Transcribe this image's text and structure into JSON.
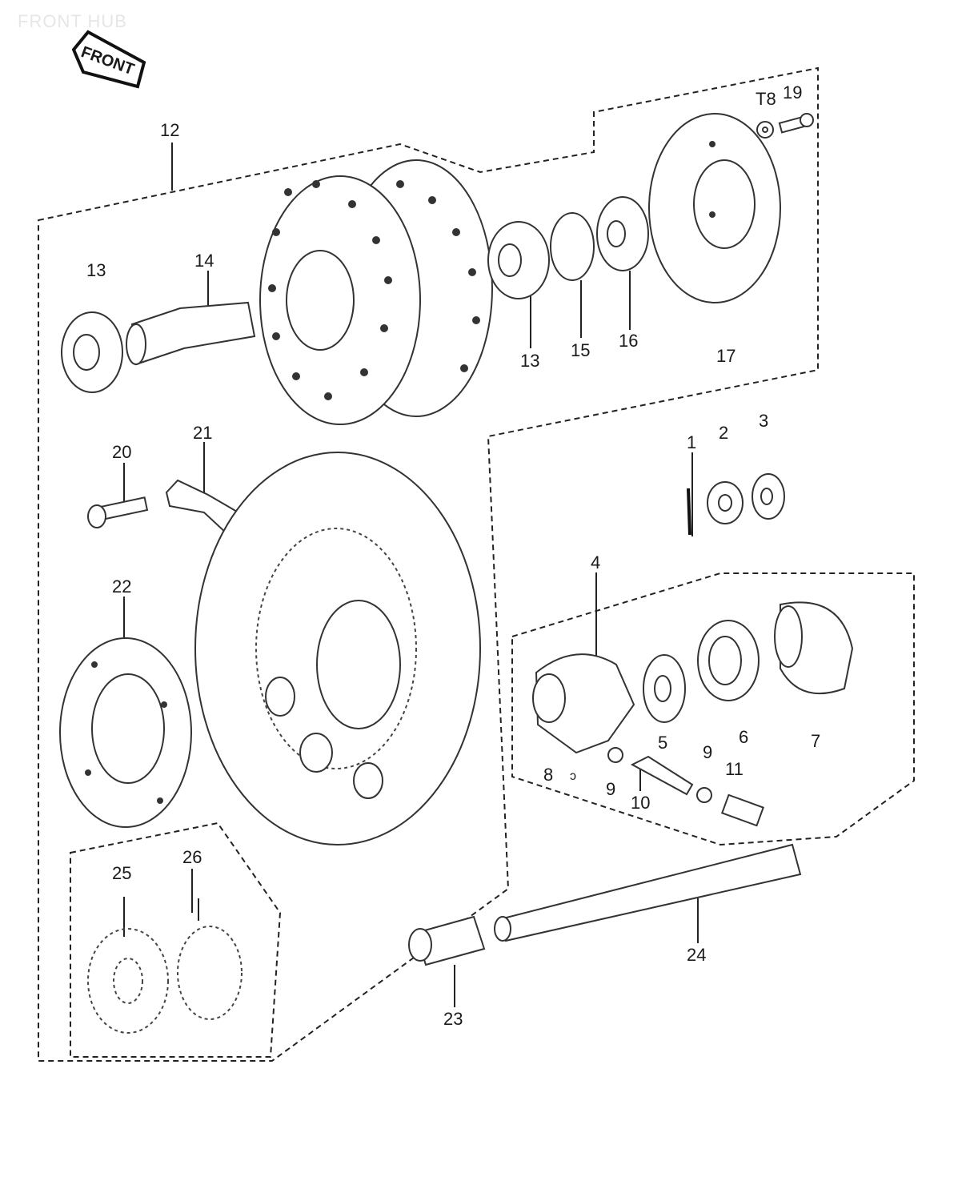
{
  "title": "FRONT HUB",
  "front_badge": "FRONT",
  "callouts": {
    "c1": "1",
    "c2": "2",
    "c3": "3",
    "c4": "4",
    "c5": "5",
    "c6": "6",
    "c7": "7",
    "c8": "8",
    "c9a": "9",
    "c9b": "9",
    "c10": "10",
    "c11": "11",
    "c12": "12",
    "c13a": "13",
    "c13b": "13",
    "c14": "14",
    "c15": "15",
    "c16": "16",
    "c17": "17",
    "c18": "T8",
    "c19": "19",
    "c20": "20",
    "c21": "21",
    "c22": "22",
    "c23": "23",
    "c24": "24",
    "c25": "25",
    "c26": "26"
  }
}
